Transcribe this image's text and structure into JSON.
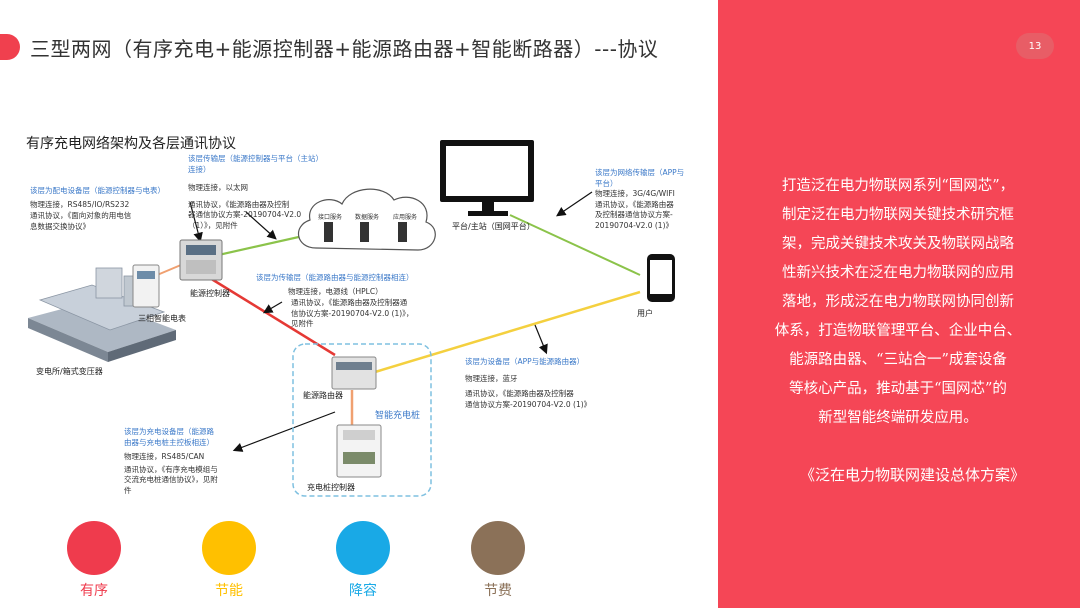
{
  "header": {
    "title": "三型两网（有序充电+能源控制器+能源路由器+智能断路器）---协议",
    "page_number": "13"
  },
  "diagram": {
    "title": "有序充电网络架构及各层通讯协议",
    "cloud_servers": [
      "接口服务",
      "数据服务",
      "应用服务"
    ],
    "devices": {
      "platform": "平台/主站（国网平台）",
      "user": "用户",
      "energy_controller": "能源控制器",
      "smart_meter": "三相智能电表",
      "substation": "变电所/箱式变压器",
      "energy_router": "能源路由器",
      "charging_pile_label": "智能充电桩",
      "charging_controller": "充电桩控制器"
    },
    "notes": {
      "main_transport": {
        "header": [
          "该层传输层（能源控制器与平台（主站）",
          "连接）"
        ],
        "lines": [
          "物理连接，以太网",
          "通讯协议，《能源路由器及控制",
          "器通信协议方案-20190704-V2.0",
          "（1）》，见附件"
        ]
      },
      "distribution": {
        "header": [
          "该层为配电设备层（能源控制器与电表）"
        ],
        "lines": [
          "物理连接，RS485/IO/RS232",
          "通讯协议，《面向对象的用电信",
          "息数据交换协议》"
        ]
      },
      "network_transport": {
        "header": [
          "该层为网络传输层（APP与",
          "平台）"
        ],
        "lines": [
          "物理连接，3G/4G/WIFI",
          "通讯协议，《能源路由器",
          "及控制器通信协议方案-",
          "20190704-V2.0 (1)》"
        ]
      },
      "router_transport": {
        "header": [
          "该层为传输层（能源路由器与能源控制器相连）"
        ],
        "lines": [
          "物理连接，电源线（HPLC）",
          "通讯协议，《能源路由器及控制器通",
          "信协议方案-20190704-V2.0 (1)》，",
          "见附件"
        ]
      },
      "device_layer": {
        "header": [
          "该层为设备层（APP与能源路由器）"
        ],
        "lines": [
          "物理连接，蓝牙",
          "通讯协议，《能源路由器及控制器",
          "通信协议方案-20190704-V2.0 (1)》"
        ]
      },
      "charging_layer": {
        "header": [
          "该层为充电设备层（能源路",
          "由器与充电桩主控板相连）"
        ],
        "lines": [
          "物理连接，RS485/CAN",
          "通讯协议，《有序充电模组与",
          "交流充电桩通信协议》，见附",
          "件"
        ]
      }
    }
  },
  "side_panel": {
    "lines": [
      "打造泛在电力物联网系列“国网芯”，",
      "制定泛在电力物联网关键技术研究框",
      "架，完成关键技术攻关及物联网战略",
      "性新兴技术在泛在电力物联网的应用",
      "落地，形成泛在电力物联网协同创新",
      "体系，打造物联管理平台、企业中台、",
      "能源路由器、“三站合一”成套设备",
      "等核心产品，推动基于“国网芯”的",
      "新型智能终端研发应用。"
    ],
    "reference": "《泛在电力物联网建设总体方案》"
  },
  "benefits": [
    {
      "label": "有序",
      "color": "#ef3b4d"
    },
    {
      "label": "节能",
      "color": "#ffc000"
    },
    {
      "label": "降容",
      "color": "#19a9e6"
    },
    {
      "label": "节费",
      "color": "#8b7158"
    }
  ],
  "colors": {
    "accent": "#f54656",
    "ethernet_link": "#8bc34a",
    "hplc_link": "#e53935",
    "bluetooth_link": "#f4d03f",
    "rs485_link": "#f0a070",
    "note_header": "#3a78c8"
  }
}
